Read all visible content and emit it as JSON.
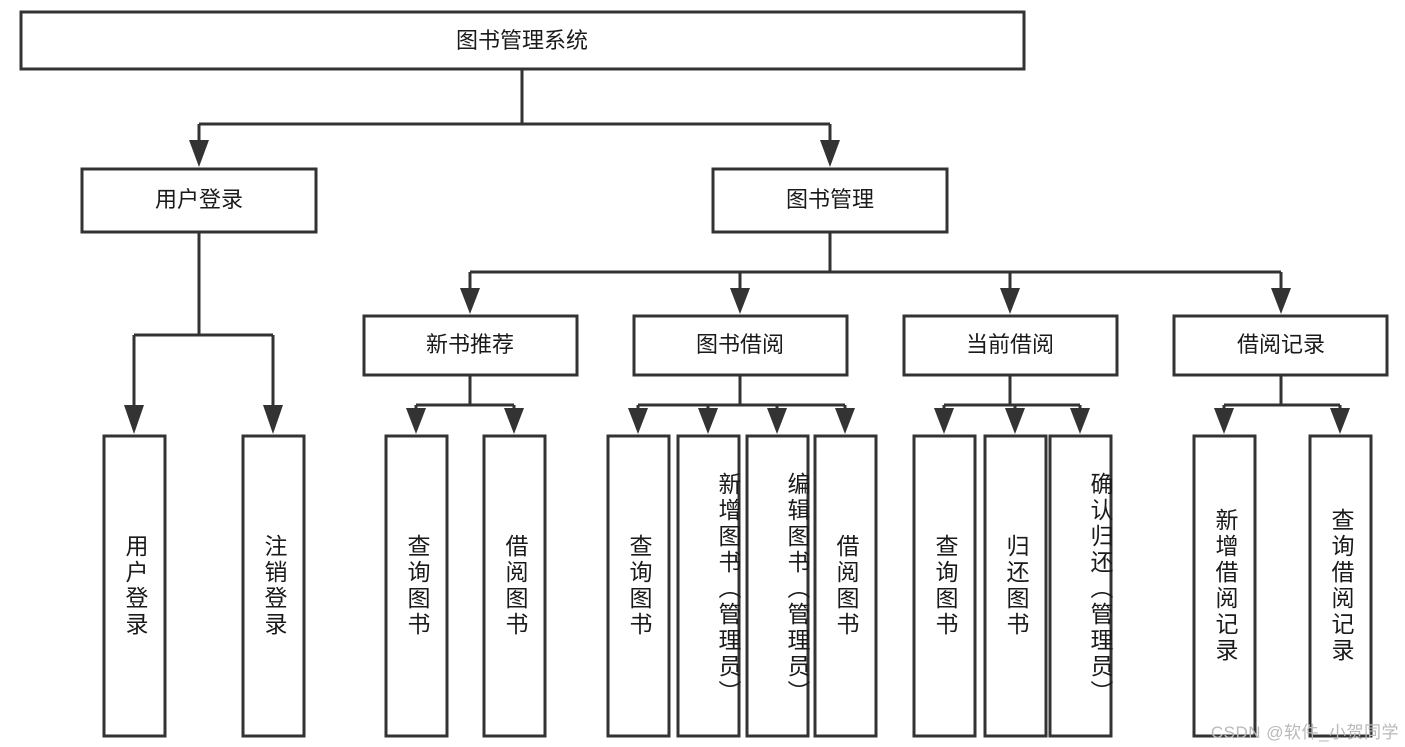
{
  "diagram": {
    "title": "图书管理系统",
    "type": "tree",
    "root": {
      "label": "图书管理系统"
    },
    "level2": [
      {
        "id": "user-login",
        "label": "用户登录"
      },
      {
        "id": "book-manage",
        "label": "图书管理"
      }
    ],
    "level3": [
      {
        "id": "new-book-recommend",
        "label": "新书推荐",
        "parent": "book-manage"
      },
      {
        "id": "book-borrow",
        "label": "图书借阅",
        "parent": "book-manage"
      },
      {
        "id": "current-borrow",
        "label": "当前借阅",
        "parent": "book-manage"
      },
      {
        "id": "borrow-record",
        "label": "借阅记录",
        "parent": "book-manage"
      }
    ],
    "leaves": [
      {
        "id": "leaf-user-login",
        "label": "用户登录",
        "parent": "user-login"
      },
      {
        "id": "leaf-logout-login",
        "label": "注销登录",
        "parent": "user-login"
      },
      {
        "id": "leaf-query-book-1",
        "label": "查询图书",
        "parent": "new-book-recommend"
      },
      {
        "id": "leaf-borrow-book-1",
        "label": "借阅图书",
        "parent": "new-book-recommend"
      },
      {
        "id": "leaf-query-book-2",
        "label": "查询图书",
        "parent": "book-borrow"
      },
      {
        "id": "leaf-add-book",
        "label": "新增图书（管理员）",
        "parent": "book-borrow"
      },
      {
        "id": "leaf-edit-book",
        "label": "编辑图书（管理员）",
        "parent": "book-borrow"
      },
      {
        "id": "leaf-borrow-book-2",
        "label": "借阅图书",
        "parent": "book-borrow"
      },
      {
        "id": "leaf-query-book-3",
        "label": "查询图书",
        "parent": "current-borrow"
      },
      {
        "id": "leaf-return-book",
        "label": "归还图书",
        "parent": "current-borrow"
      },
      {
        "id": "leaf-confirm-return",
        "label": "确认归还（管理员）",
        "parent": "current-borrow"
      },
      {
        "id": "leaf-add-record",
        "label": "新增借阅记录",
        "parent": "borrow-record"
      },
      {
        "id": "leaf-query-record",
        "label": "查询借阅记录",
        "parent": "borrow-record"
      }
    ],
    "watermark": "CSDN @软件_小贺同学",
    "colors": {
      "stroke": "#333333",
      "fill": "#ffffff",
      "text": "#1a1a1a",
      "watermark": "#b9b9b9",
      "background": "#ffffff"
    }
  }
}
